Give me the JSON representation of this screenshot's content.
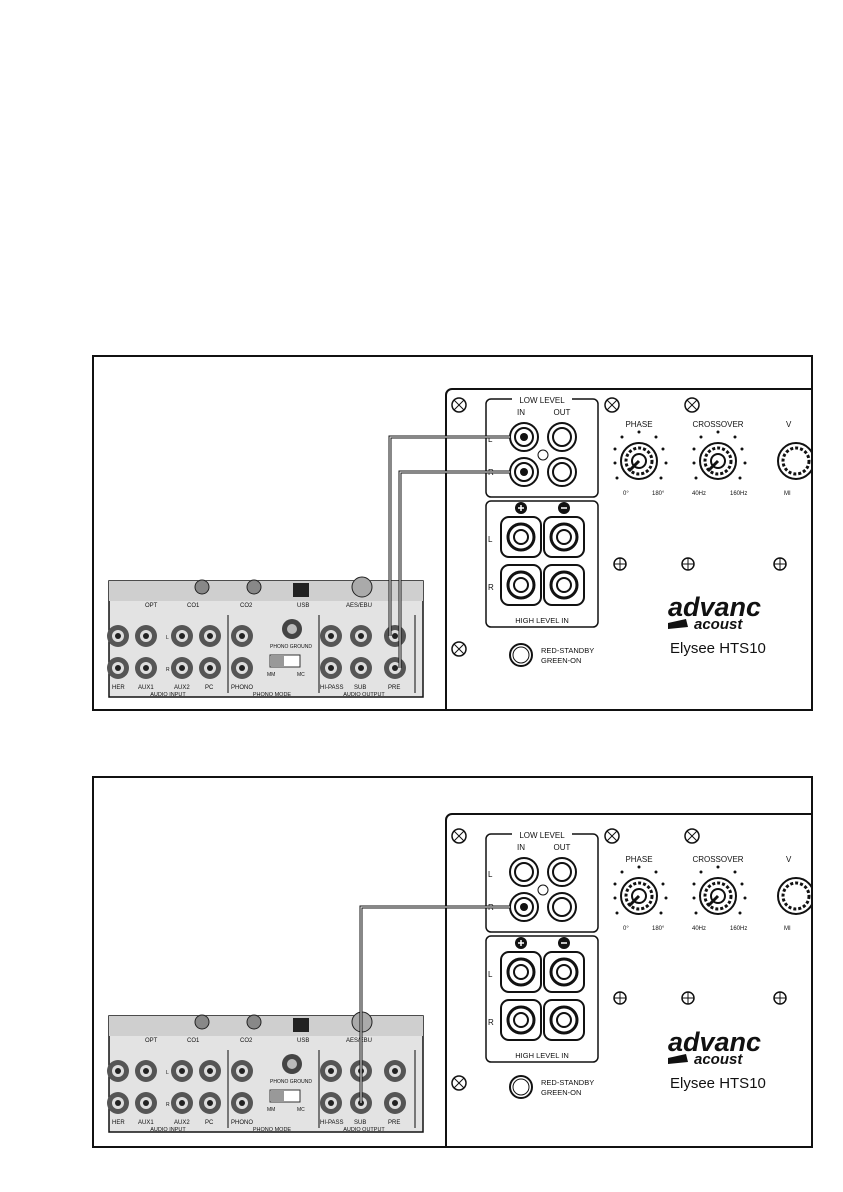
{
  "diagrams": [
    {
      "subwoofer": {
        "low_level_label": "LOW  LEVEL",
        "in_label": "IN",
        "out_label": "OUT",
        "left_label": "L",
        "right_label": "R",
        "high_level_label": "HIGH LEVEL IN",
        "high_left_label": "L",
        "high_right_label": "R",
        "phase_label": "PHASE",
        "phase_min": "0°",
        "phase_max": "180°",
        "crossover_label": "CROSSOVER",
        "crossover_min": "40Hz",
        "crossover_max": "160Hz",
        "volume_label_partial": "V",
        "volume_min_partial": "MI",
        "led_line1": "RED-STANDBY",
        "led_line2": "GREEN-ON",
        "brand_top": "advanc",
        "brand_bottom": "acoust",
        "model": "Elysee  HTS10"
      },
      "amplifier": {
        "top_labels": [
          "OPT",
          "CO1",
          "CO2",
          "USB",
          "AES/EBU"
        ],
        "input_labels": [
          "HER",
          "AUX1",
          "AUX2",
          "PC"
        ],
        "input_section": "AUDIO INPUT",
        "phono_label": "PHONO",
        "phono_ground": "PHONO GROUND",
        "mm": "MM",
        "mc": "MC",
        "phono_section": "PHONO MODE",
        "output_labels": [
          "HI-PASS",
          "SUB",
          "PRE"
        ],
        "output_section": "AUDIO OUTPUT",
        "l": "L",
        "r": "R"
      }
    },
    {
      "subwoofer": {
        "low_level_label": "LOW  LEVEL",
        "in_label": "IN",
        "out_label": "OUT",
        "left_label": "L",
        "right_label": "R",
        "high_level_label": "HIGH LEVEL IN",
        "high_left_label": "L",
        "high_right_label": "R",
        "phase_label": "PHASE",
        "phase_min": "0°",
        "phase_max": "180°",
        "crossover_label": "CROSSOVER",
        "crossover_min": "40Hz",
        "crossover_max": "160Hz",
        "volume_label_partial": "V",
        "volume_min_partial": "MI",
        "led_line1": "RED-STANDBY",
        "led_line2": "GREEN-ON",
        "brand_top": "advanc",
        "brand_bottom": "acoust",
        "model": "Elysee  HTS10"
      },
      "amplifier": {
        "top_labels": [
          "OPT",
          "CO1",
          "CO2",
          "USB",
          "AES/EBU"
        ],
        "input_labels": [
          "HER",
          "AUX1",
          "AUX2",
          "PC"
        ],
        "input_section": "AUDIO INPUT",
        "phono_label": "PHONO",
        "phono_ground": "PHONO GROUND",
        "mm": "MM",
        "mc": "MC",
        "phono_section": "PHONO MODE",
        "output_labels": [
          "HI-PASS",
          "SUB",
          "PRE"
        ],
        "output_section": "AUDIO OUTPUT",
        "l": "L",
        "r": "R"
      }
    }
  ]
}
